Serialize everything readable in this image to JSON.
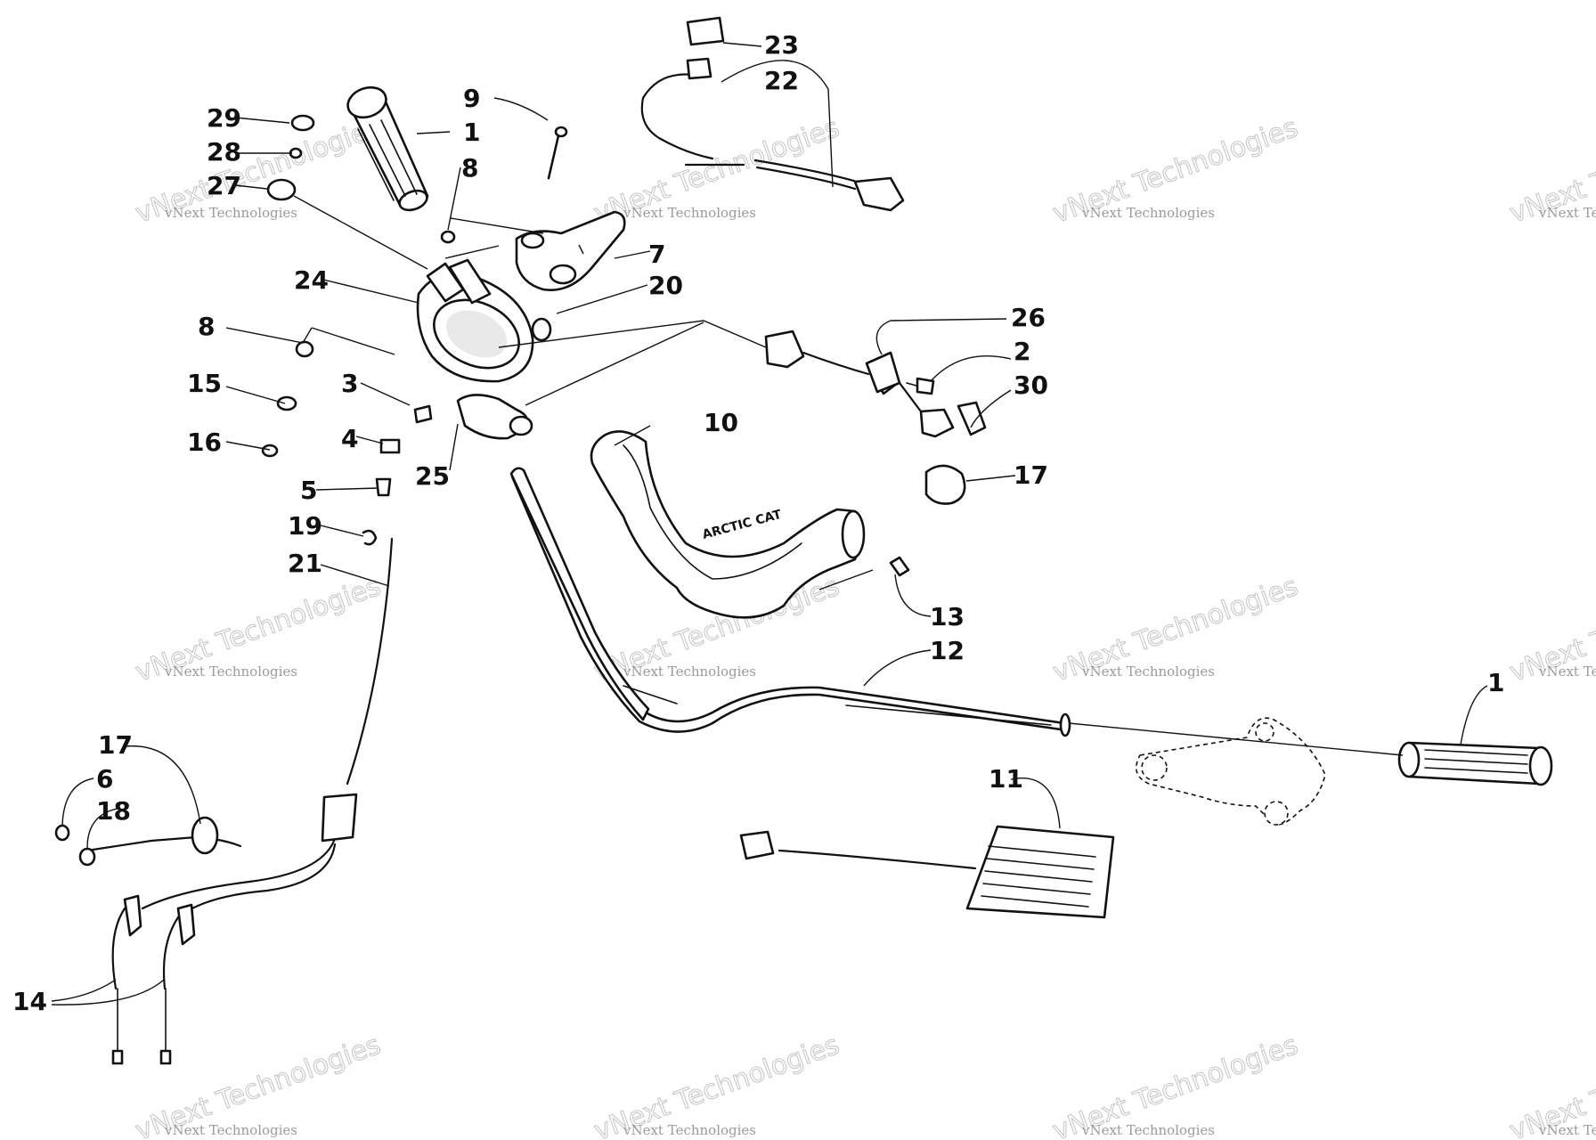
{
  "callouts": [
    {
      "id": "c23a",
      "text": "23"
    },
    {
      "id": "c22a",
      "text": "22"
    },
    {
      "id": "c9a",
      "text": "9"
    },
    {
      "id": "c29a",
      "text": "29"
    },
    {
      "id": "c1a",
      "text": "1"
    },
    {
      "id": "c28a",
      "text": "28"
    },
    {
      "id": "c8a",
      "text": "8"
    },
    {
      "id": "c27a",
      "text": "27"
    },
    {
      "id": "c7a",
      "text": "7"
    },
    {
      "id": "c24a",
      "text": "24"
    },
    {
      "id": "c20a",
      "text": "20"
    },
    {
      "id": "c26a",
      "text": "26"
    },
    {
      "id": "c8b",
      "text": "8"
    },
    {
      "id": "c2a",
      "text": "2"
    },
    {
      "id": "c15a",
      "text": "15"
    },
    {
      "id": "c3a",
      "text": "3"
    },
    {
      "id": "c30a",
      "text": "30"
    },
    {
      "id": "c16a",
      "text": "16"
    },
    {
      "id": "c10a",
      "text": "10"
    },
    {
      "id": "c4a",
      "text": "4"
    },
    {
      "id": "c25a",
      "text": "25"
    },
    {
      "id": "c17a",
      "text": "17"
    },
    {
      "id": "c5a",
      "text": "5"
    },
    {
      "id": "c19a",
      "text": "19"
    },
    {
      "id": "c21a",
      "text": "21"
    },
    {
      "id": "c13a",
      "text": "13"
    },
    {
      "id": "c12a",
      "text": "12"
    },
    {
      "id": "c1b",
      "text": "1"
    },
    {
      "id": "c17b",
      "text": "17"
    },
    {
      "id": "c6a",
      "text": "6"
    },
    {
      "id": "c11a",
      "text": "11"
    },
    {
      "id": "c18a",
      "text": "18"
    },
    {
      "id": "c14a",
      "text": "14"
    }
  ],
  "watermark": {
    "line1": "vNext Technologies",
    "line2": "vNext Technologies"
  }
}
